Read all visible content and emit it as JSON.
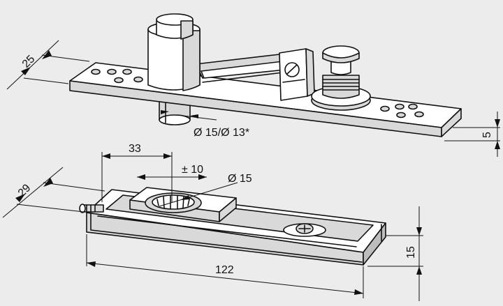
{
  "dimensions": {
    "top_width": "25",
    "shaft_diameter": "Ø 15/Ø 13*",
    "plate_thickness": "5",
    "bottom_width": "29",
    "offset": "33",
    "adjustment": "± 10",
    "socket_diameter": "Ø 15",
    "length": "122",
    "height": "15"
  }
}
